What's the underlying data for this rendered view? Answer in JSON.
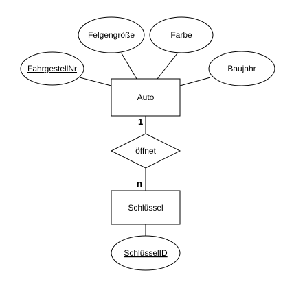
{
  "entities": {
    "auto": "Auto",
    "schluessel": "Schlüssel"
  },
  "attributes": {
    "fahrgestellnr": {
      "label": "FahrgestellNr",
      "key": true
    },
    "felgengroesse": {
      "label": "Felgengröße",
      "key": false
    },
    "farbe": {
      "label": "Farbe",
      "key": false
    },
    "baujahr": {
      "label": "Baujahr",
      "key": false
    },
    "schluesselid": {
      "label": "SchlüsselID",
      "key": true
    }
  },
  "relationship": {
    "label": "öffnet"
  },
  "cardinalities": {
    "auto_side": "1",
    "schluessel_side": "n"
  },
  "colors": {
    "stroke": "#000000",
    "fill": "#ffffff",
    "text": "#000000"
  }
}
